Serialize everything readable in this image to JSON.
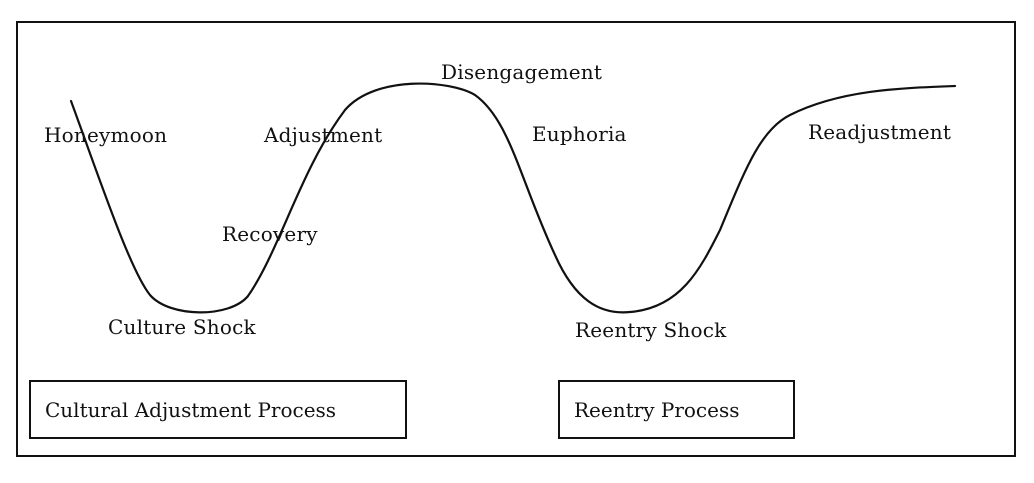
{
  "stages": {
    "honeymoon": "Honeymoon",
    "culture_shock": "Culture Shock",
    "recovery": "Recovery",
    "adjustment": "Adjustment",
    "disengagement": "Disengagement",
    "euphoria": "Euphoria",
    "reentry_shock": "Reentry Shock",
    "readjustment": "Readjustment"
  },
  "processes": {
    "cultural_adjustment": "Cultural Adjustment Process",
    "reentry": "Reentry Process"
  },
  "colors": {
    "line": "#111111",
    "background": "#ffffff"
  }
}
